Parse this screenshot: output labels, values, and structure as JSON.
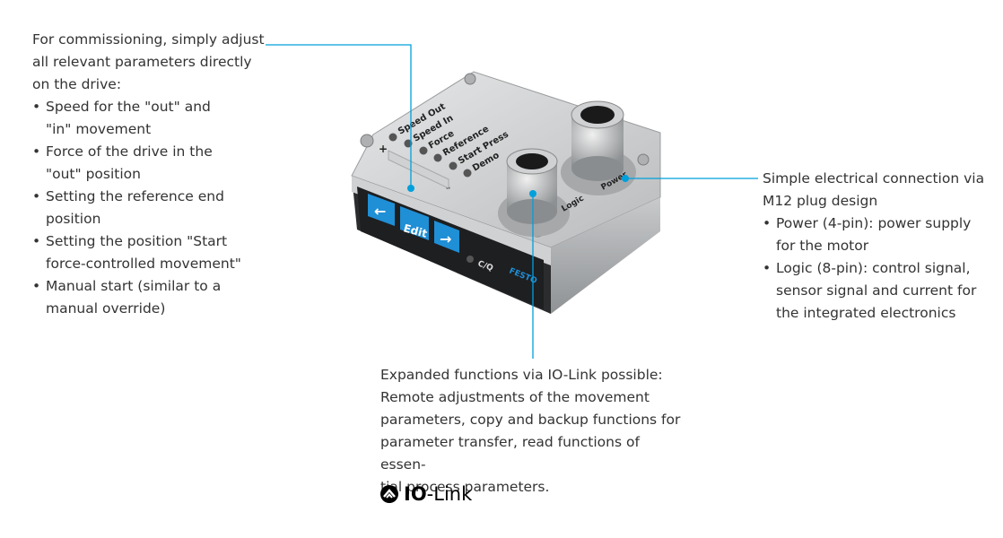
{
  "left_callout": {
    "intro": [
      "For commissioning, simply adjust",
      "all relevant parameters directly",
      "on the drive:"
    ],
    "items": [
      [
        "Speed for the \"out\" and",
        "\"in\" movement"
      ],
      [
        "Force of the drive in the",
        "\"out\" position"
      ],
      [
        "Setting the reference end",
        "position"
      ],
      [
        "Setting the position \"Start",
        "force-controlled movement\""
      ],
      [
        "Manual start (similar to a",
        "manual override)"
      ]
    ]
  },
  "right_callout": {
    "intro": [
      "Simple electrical connection via",
      "M12 plug design"
    ],
    "items": [
      [
        "Power (4-pin): power supply",
        "for the motor"
      ],
      [
        "Logic (8-pin): control signal,",
        "sensor signal and current for",
        "the integrated electronics"
      ]
    ]
  },
  "bottom_callout": {
    "lines": [
      "Expanded functions via IO-Link possible:",
      "Remote adjustments of the movement",
      "parameters, copy and backup functions for",
      "parameter transfer, read functions of essen-",
      "tial process parameters."
    ]
  },
  "iolink_logo": {
    "bold": "IO",
    "rest": "-Link",
    "icon": "io-link-icon"
  },
  "device": {
    "panel_labels": [
      "Speed Out",
      "Speed In",
      "Force",
      "Reference",
      "Start Press",
      "Demo"
    ],
    "plus": "+",
    "minus": "-",
    "buttons": {
      "back": "←",
      "edit": "Edit",
      "forward": "→"
    },
    "cq_label": "C/Q",
    "brand": "FESTO",
    "connector_logic": "Logic",
    "connector_power": "Power"
  },
  "colors": {
    "accent": "#00a0dc",
    "button": "#1f8fd6",
    "text": "#333333"
  }
}
